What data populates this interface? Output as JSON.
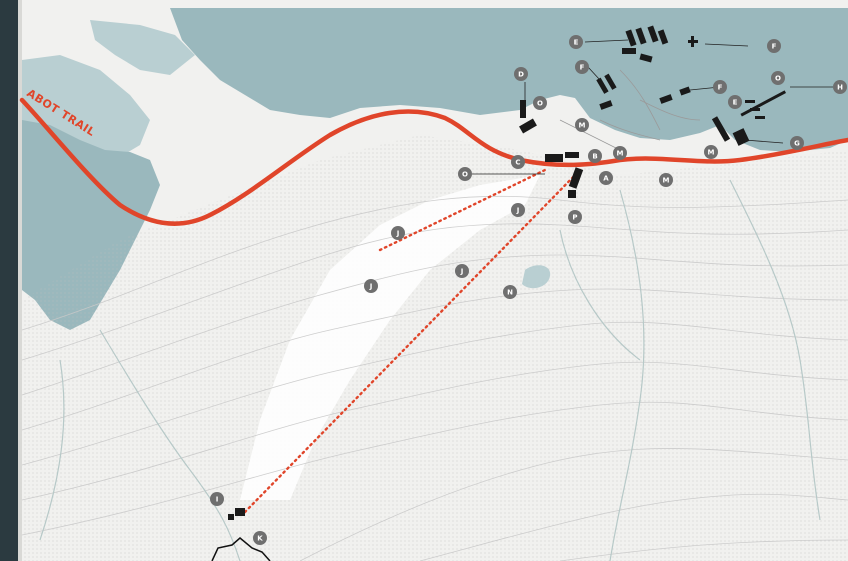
{
  "map": {
    "colors": {
      "water": "#9ab8bd",
      "water_light": "#b9cfd2",
      "land": "#f1f1ef",
      "trail": "#e0452a",
      "route": "#e0452a",
      "building": "#1a1a1a",
      "marker_fill": "#6f6f6f",
      "marker_text": "#ffffff",
      "contour": "#c9c9c9",
      "stream": "#b7c9c8"
    },
    "trail_label": "ABOT TRAIL",
    "markers": [
      {
        "id": "m-e1",
        "label": "E"
      },
      {
        "id": "m-f1",
        "label": "F"
      },
      {
        "id": "m-f2",
        "label": "F"
      },
      {
        "id": "m-d1",
        "label": "D"
      },
      {
        "id": "m-o1",
        "label": "O"
      },
      {
        "id": "m-f3",
        "label": "F"
      },
      {
        "id": "m-o2",
        "label": "O"
      },
      {
        "id": "m-h1",
        "label": "H"
      },
      {
        "id": "m-e2",
        "label": "E"
      },
      {
        "id": "m-m1",
        "label": "M"
      },
      {
        "id": "m-b1",
        "label": "B"
      },
      {
        "id": "m-m2",
        "label": "M"
      },
      {
        "id": "m-c1",
        "label": "C"
      },
      {
        "id": "m-g1",
        "label": "G"
      },
      {
        "id": "m-m3",
        "label": "M"
      },
      {
        "id": "m-o3",
        "label": "O"
      },
      {
        "id": "m-a1",
        "label": "A"
      },
      {
        "id": "m-m4",
        "label": "M"
      },
      {
        "id": "m-j1",
        "label": "J"
      },
      {
        "id": "m-p1",
        "label": "P"
      },
      {
        "id": "m-j2",
        "label": "J"
      },
      {
        "id": "m-j3",
        "label": "J"
      },
      {
        "id": "m-j4",
        "label": "J"
      },
      {
        "id": "m-n1",
        "label": "N"
      },
      {
        "id": "m-i1",
        "label": "I"
      },
      {
        "id": "m-k1",
        "label": "K"
      }
    ]
  }
}
